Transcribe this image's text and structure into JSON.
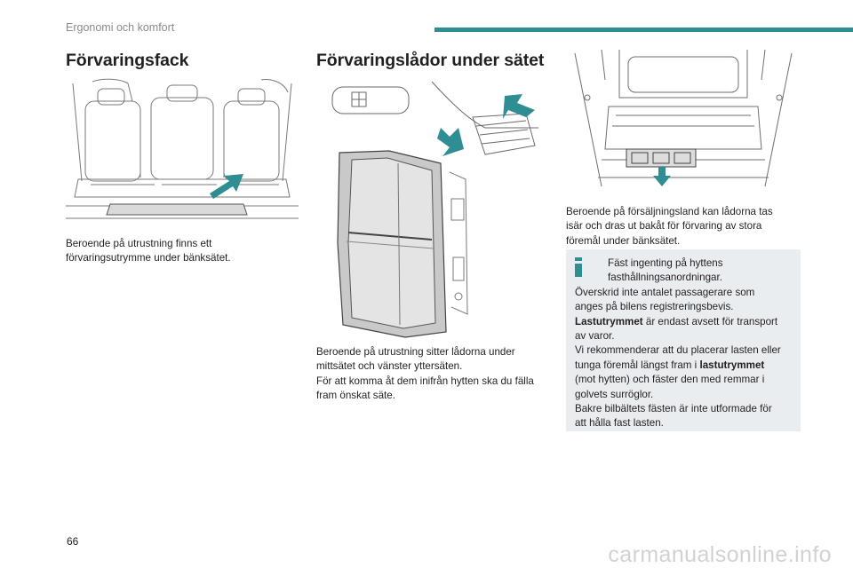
{
  "header": {
    "section_title": "Ergonomi och komfort"
  },
  "col1": {
    "heading": "Förvaringsfack",
    "lines": [
      "Beroende på utrustning finns ett",
      "förvaringsutrymme under bänksätet."
    ]
  },
  "col2": {
    "heading": "Förvaringslådor under sätet",
    "lines": [
      "Beroende på utrustning sitter lådorna under",
      "mittsätet och vänster yttersäten.",
      "För att komma åt dem inifrån hytten ska du fälla",
      "fram önskat säte."
    ]
  },
  "col3": {
    "lines": [
      "Beroende på försäljningsland kan lådorna tas",
      "isär och dras ut bakåt för förvaring av stora",
      "föremål under bänksätet."
    ]
  },
  "note": {
    "line1": "Fäst ingenting på hyttens",
    "line2": "fasthållningsanordningar.",
    "line3": "Överskrid inte antalet passagerare som",
    "line4": "anges på bilens registreringsbevis.",
    "line5_bold": "Lastutrymmet",
    "line5_rest": " är endast avsett för transport",
    "line6": "av varor.",
    "line7": "Vi rekommenderar att du placerar lasten eller",
    "line8_pre": "tunga föremål längst fram i ",
    "line8_bold": "lastutrymmet",
    "line9": "(mot hytten) och fäster den med remmar i",
    "line10": "golvets surröglor.",
    "line11": "Bakre bilbältets fästen är inte utformade för",
    "line12": "att hålla fast lasten."
  },
  "footer": {
    "page_number": "66",
    "watermark": "carmanualsonline.info"
  },
  "colors": {
    "accent": "#2f8d94",
    "note_bg": "#e9edf0",
    "text": "#231f20"
  }
}
